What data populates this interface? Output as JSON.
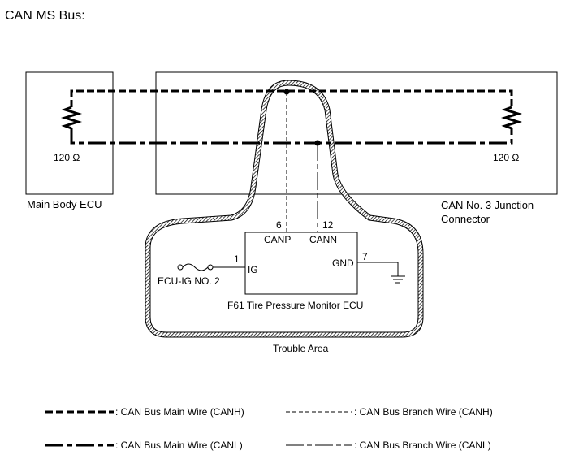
{
  "title": "CAN MS Bus:",
  "main_body_ecu": {
    "label": "Main Body ECU",
    "resistor": "120 Ω"
  },
  "junction_connector": {
    "label_line1": "CAN No. 3 Junction",
    "label_line2": "Connector",
    "resistor": "120 Ω"
  },
  "tire_ecu": {
    "label": "F61  Tire Pressure Monitor ECU",
    "pin_canp_num": "6",
    "pin_canp": "CANP",
    "pin_cann_num": "12",
    "pin_cann": "CANN",
    "pin_ig_num": "1",
    "pin_ig": "IG",
    "pin_gnd_num": "7",
    "pin_gnd": "GND"
  },
  "fuse_label": "ECU-IG NO. 2",
  "trouble_area": "Trouble Area",
  "legend": {
    "main_canh": ": CAN Bus Main Wire (CANH)",
    "branch_canh": ": CAN Bus Branch Wire (CANH)",
    "main_canl": ": CAN Bus Main Wire (CANL)",
    "branch_canl": ": CAN Bus Branch Wire (CANL)"
  },
  "colors": {
    "line": "#000000",
    "background": "#ffffff"
  }
}
